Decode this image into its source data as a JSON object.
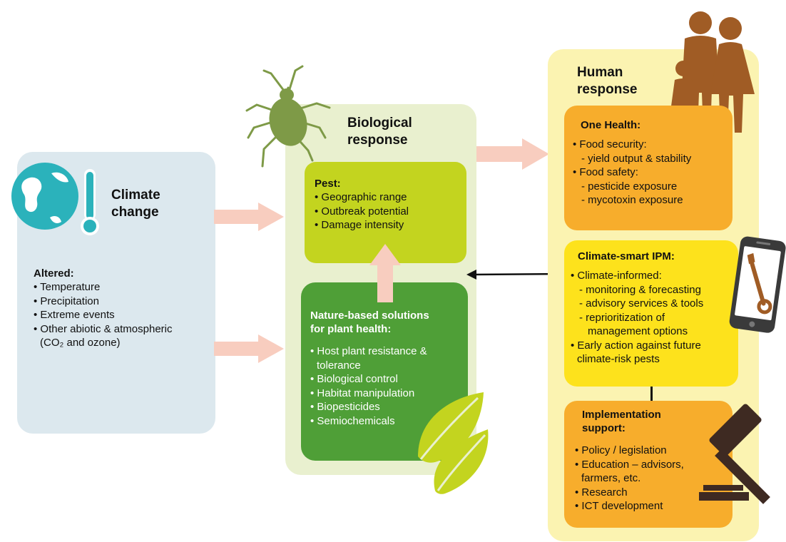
{
  "climate": {
    "title_line1": "Climate",
    "title_line2": "change",
    "altered_heading": "Altered:",
    "items": [
      "• Temperature",
      "• Precipitation",
      "• Extreme events",
      "• Other abiotic & atmospheric",
      "(CO₂ and ozone)"
    ]
  },
  "biological": {
    "title_line1": "Biological",
    "title_line2": "response",
    "pest": {
      "heading": "Pest:",
      "items": [
        "• Geographic range",
        "• Outbreak potential",
        "• Damage intensity"
      ]
    },
    "nbs": {
      "heading_line1": "Nature-based solutions",
      "heading_line2": "for plant health:",
      "items": [
        "• Host plant resistance &",
        "tolerance",
        "• Biological control",
        "• Habitat manipulation",
        "• Biopesticides",
        "• Semiochemicals"
      ]
    }
  },
  "human": {
    "title_line1": "Human",
    "title_line2": "response",
    "one_health": {
      "heading": "One Health:",
      "items": [
        "• Food security:",
        "- yield output & stability",
        "• Food safety:",
        "- pesticide exposure",
        "- mycotoxin exposure"
      ]
    },
    "ipm": {
      "heading": "Climate-smart IPM:",
      "items": [
        "• Climate-informed:",
        "- monitoring & forecasting",
        "- advisory services & tools",
        "- reprioritization of",
        "management options",
        "• Early action against future",
        "climate-risk pests"
      ]
    },
    "impl": {
      "heading_line1": "Implementation",
      "heading_line2": "support:",
      "items": [
        "• Policy / legislation",
        "• Education – advisors,",
        "farmers, etc.",
        "• Research",
        "• ICT development"
      ]
    }
  },
  "colors": {
    "climate_panel": "#dce8ee",
    "bio_panel": "#e9f0cf",
    "pest_box": "#c3d41f",
    "nbs_box": "#4f9f37",
    "human_panel": "#fbf3b1",
    "orange_box": "#f7ad2c",
    "yellow_box": "#fde21c",
    "arrow_pink": "#f8cdbf",
    "globe": "#2bb2bb",
    "aphid": "#7e9a47",
    "people": "#a05c25",
    "gavel": "#3e2a22"
  }
}
